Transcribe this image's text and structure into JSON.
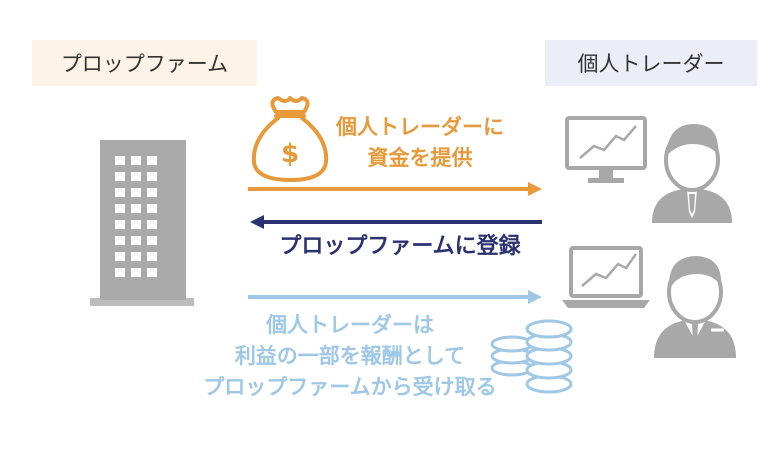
{
  "labels": {
    "firm": "プロップファーム",
    "trader": "個人トレーダー"
  },
  "captions": {
    "provide_line1": "個人トレーダーに",
    "provide_line2": "資金を提供",
    "register": "プロップファームに登録",
    "reward_line1": "個人トレーダーは",
    "reward_line2": "利益の一部を報酬として",
    "reward_line3": "プロップファームから受け取る"
  },
  "icons": {
    "firm": "office-building-icon",
    "money": "money-bag-dollar-icon",
    "coins": "coin-stack-icon",
    "trader1_device": "desktop-monitor-chart-icon",
    "trader1_person": "businessman-icon",
    "trader2_device": "laptop-chart-icon",
    "trader2_person": "businessman-icon"
  },
  "colors": {
    "provide_arrow": "#e89a3b",
    "register_arrow": "#2b3272",
    "reward_arrow": "#9ec8e6",
    "building": "#aaaaaa",
    "person": "#a8a8a8",
    "firm_label_bg": "#fdf3e7",
    "trader_label_bg": "#ebedf7"
  }
}
